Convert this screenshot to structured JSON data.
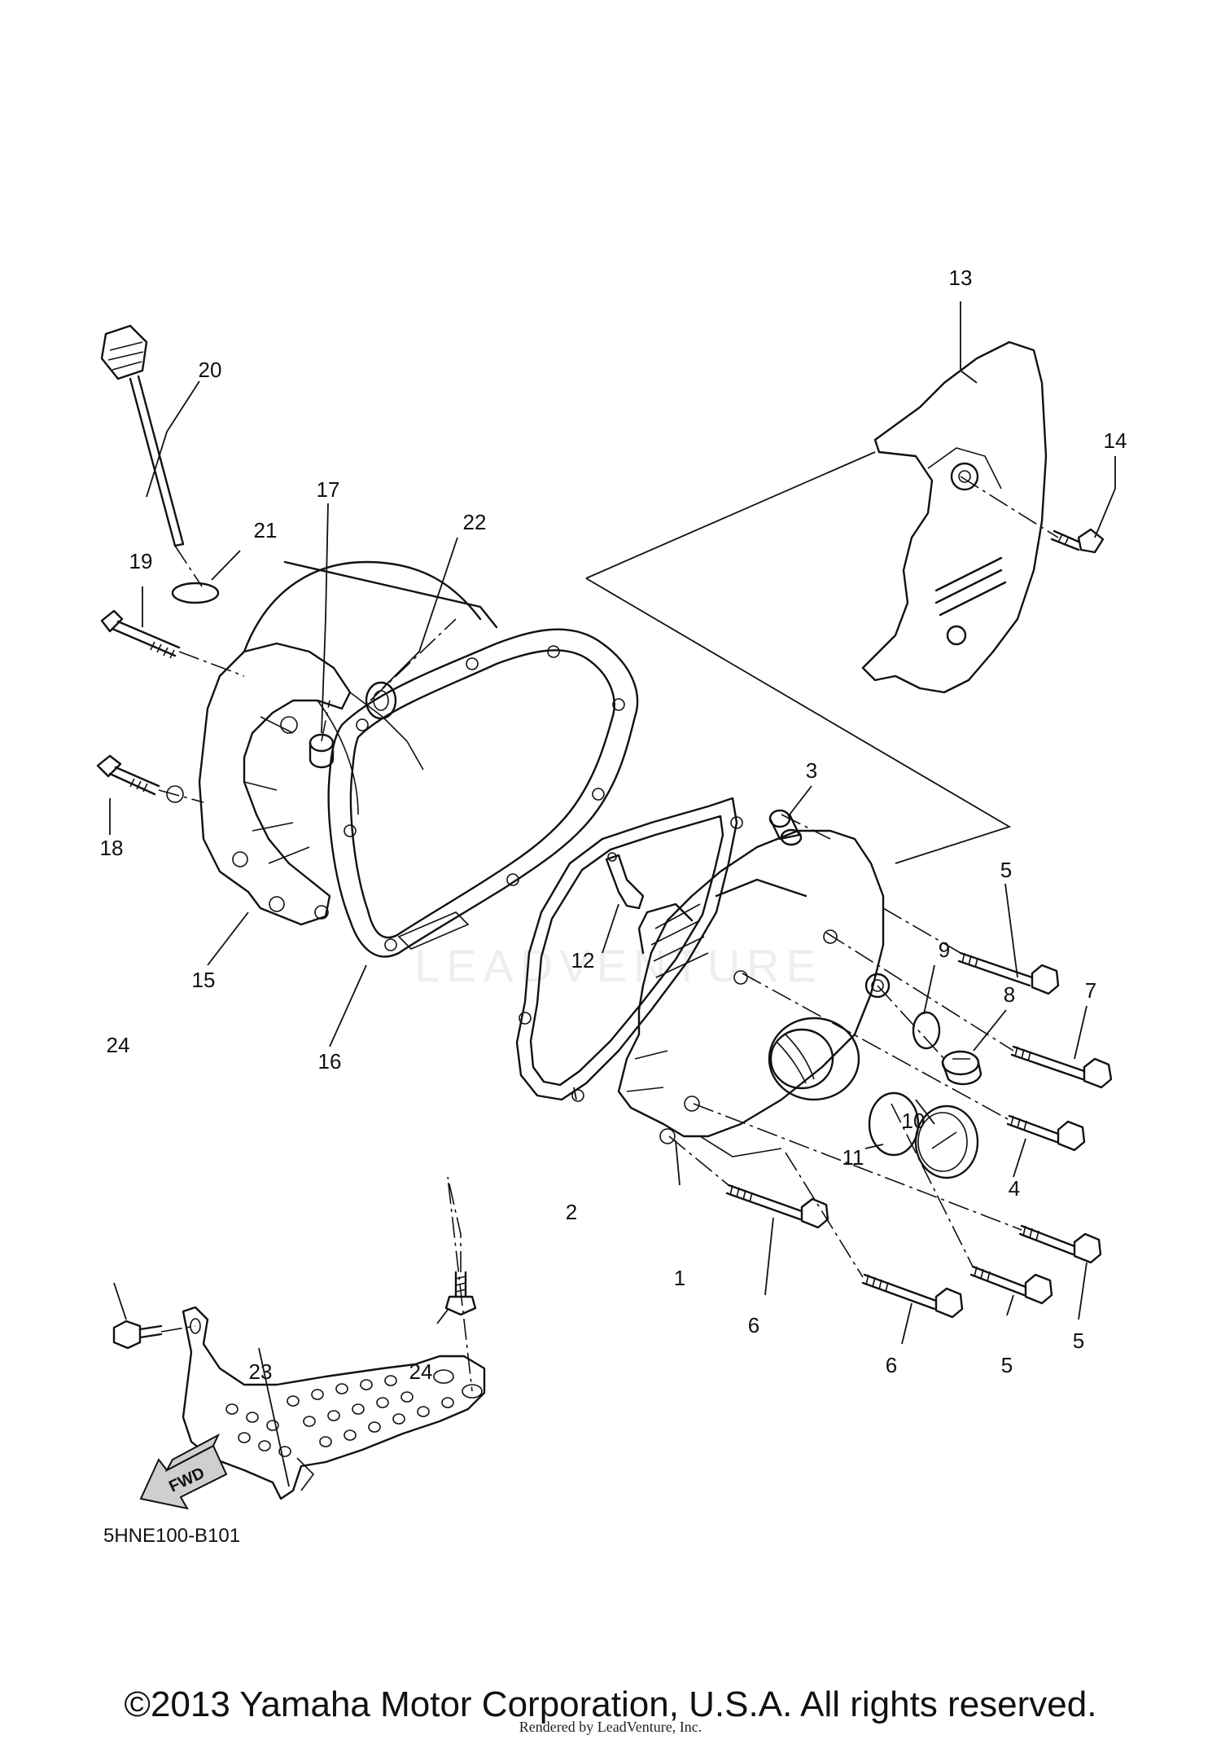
{
  "callouts": {
    "p1": "1",
    "p2": "2",
    "p3": "3",
    "p4": "4",
    "p5a": "5",
    "p5b": "5",
    "p5c": "5",
    "p6a": "6",
    "p6b": "6",
    "p7": "7",
    "p8": "8",
    "p9": "9",
    "p10": "10",
    "p11": "11",
    "p12": "12",
    "p13": "13",
    "p14": "14",
    "p15": "15",
    "p16": "16",
    "p17": "17",
    "p18": "18",
    "p19": "19",
    "p20": "20",
    "p21": "21",
    "p22": "22",
    "p23": "23",
    "p24a": "24",
    "p24b": "24"
  },
  "fwd_label": "FWD",
  "diagram_code": "5HNE100-B101",
  "watermark_text": "LEADVENTURE",
  "copyright": "©2013 Yamaha Motor Corporation, U.S.A. All rights reserved.",
  "rendered_by": "Rendered by LeadVenture, Inc."
}
